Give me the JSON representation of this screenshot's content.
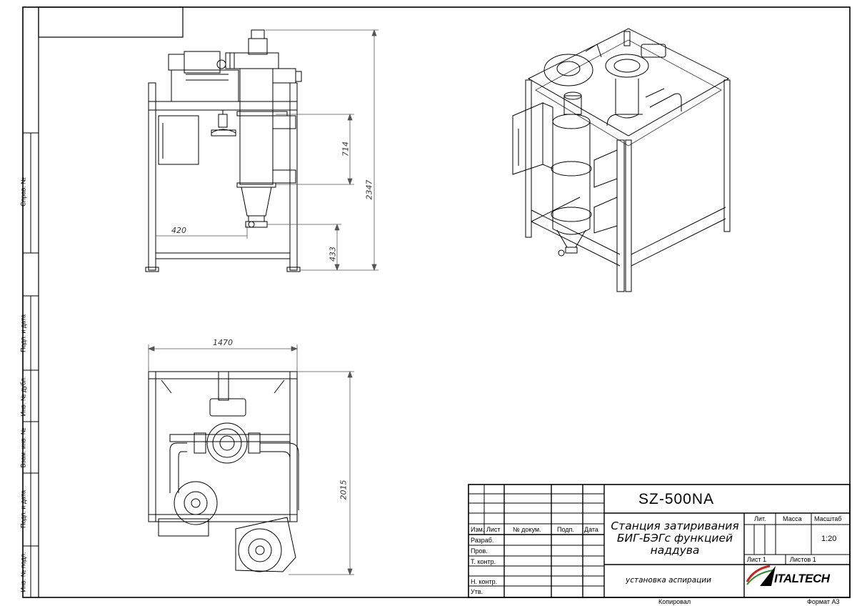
{
  "side_stamp": {
    "sprav_no": "Справ. №",
    "podp_data_1": "Подп. и дата",
    "inv_dubl": "Инв. № дубл.",
    "vzam_inv": "Взам. инв. №",
    "podp_data_2": "Подп. и дата",
    "inv_podl": "Инв. № подл."
  },
  "dimensions": {
    "d420": "420",
    "d714": "714",
    "d2347": "2347",
    "d433": "433",
    "d1470": "1470",
    "d2015": "2015"
  },
  "title_block": {
    "designation": "SZ-500NA",
    "title": "Станция затиривания БИГ-БЭГс функцией наддува",
    "title_line1": "Станция затиривания",
    "title_line2": "БИГ-БЭГс функцией",
    "title_line3": "наддува",
    "subtitle": "установка аспирации",
    "col_izm": "Изм.",
    "col_list": "Лист",
    "col_dokum": "№ докум.",
    "col_podp": "Подп.",
    "col_data": "Дата",
    "razrab": "Разраб.",
    "prov": "Пров.",
    "t_kontr": "Т. контр.",
    "n_kontr": "Н. контр.",
    "utv": "Утв.",
    "lit": "Лит.",
    "massa": "Масса",
    "masshtab": "Масштаб",
    "scale": "1:20",
    "sheet": "Лист 1",
    "sheets": "Листов 1",
    "logo": "ITALTECH",
    "kopiroval": "Копировал",
    "format": "Формат А3"
  },
  "colors": {
    "line": "#000000",
    "dim_line": "#555555",
    "logo_red": "#cc1f1f",
    "logo_green": "#2a8a2a"
  }
}
